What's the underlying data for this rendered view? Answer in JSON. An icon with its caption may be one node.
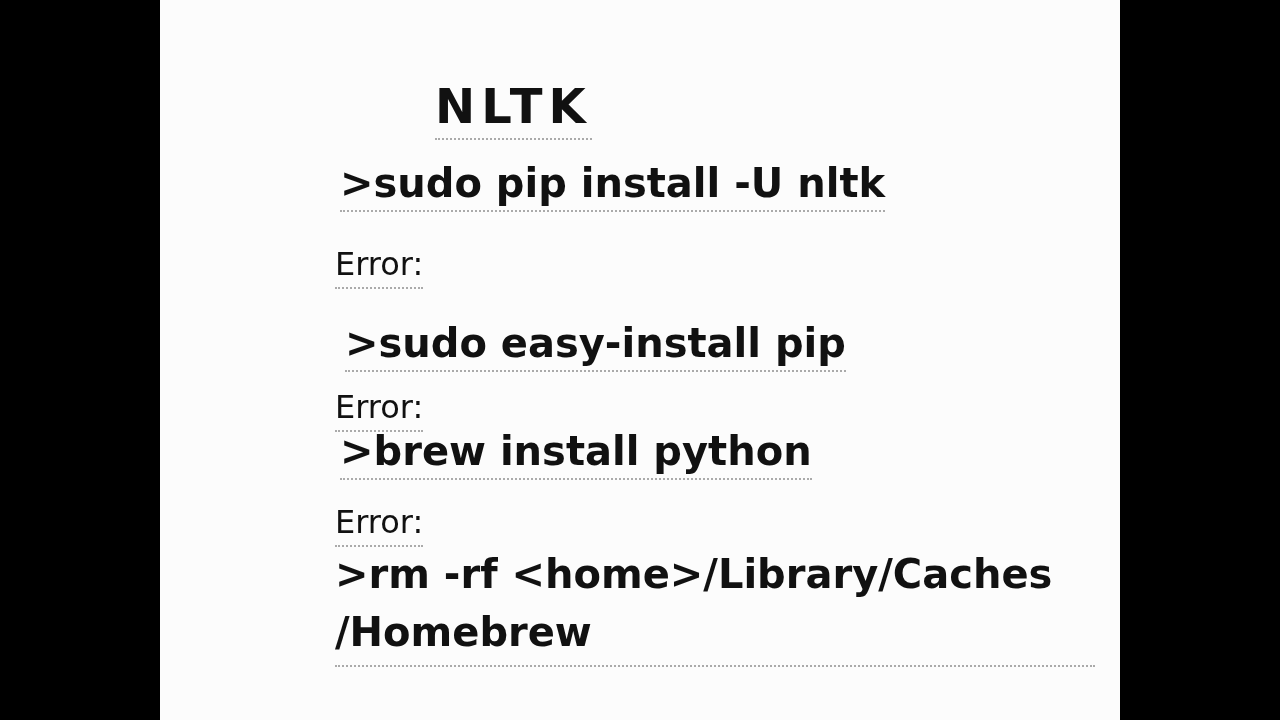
{
  "diagram": {
    "title": "NLTK",
    "labels": [
      ">sudo pip install -U nltk",
      "Error:",
      ">sudo easy-install pip",
      "Error:",
      ">brew install python",
      "Error:",
      ">rm -rf <home>/Library/Caches /Homebrew"
    ]
  }
}
